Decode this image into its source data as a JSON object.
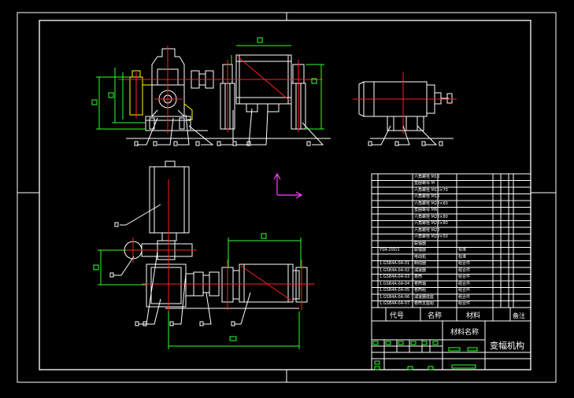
{
  "drawing": {
    "title_block": {
      "material_name": "材料名称",
      "drawing_title": "变幅机构",
      "col_code": "代号",
      "col_name": "名称",
      "col_material": "材料",
      "col_remark": "备注"
    },
    "bom_rows": [
      {
        "code": "",
        "name": "六角螺栓 M10",
        "qty": "",
        "note": ""
      },
      {
        "code": "",
        "name": "垫圈螺母 M",
        "qty": "",
        "note": ""
      },
      {
        "code": "",
        "name": "六角螺栓 M16×70",
        "qty": "",
        "note": ""
      },
      {
        "code": "",
        "name": "六角螺栓 M16",
        "qty": "",
        "note": ""
      },
      {
        "code": "",
        "name": "六角螺栓 M20×60",
        "qty": "",
        "note": ""
      },
      {
        "code": "",
        "name": "垫圈螺母 M8",
        "qty": "",
        "note": ""
      },
      {
        "code": "",
        "name": "六角螺栓 M20×80",
        "qty": "",
        "note": ""
      },
      {
        "code": "",
        "name": "六角螺栓 M20×80",
        "qty": "",
        "note": ""
      },
      {
        "code": "",
        "name": "六角螺栓 M20",
        "qty": "",
        "note": ""
      },
      {
        "code": "",
        "name": "六角螺栓 M20×50",
        "qty": "",
        "note": ""
      },
      {
        "code": "",
        "name": "联轴器",
        "qty": "",
        "note": ""
      },
      {
        "code": "YSR-200/1",
        "name": "联轴器",
        "qty": "",
        "note": "标准"
      },
      {
        "code": "",
        "name": "电动机",
        "qty": "",
        "note": "标准"
      },
      {
        "code": "1.GSB4A-0A-01",
        "name": "制动器",
        "qty": "",
        "note": "组合件"
      },
      {
        "code": "1.GSB4A-0A-02",
        "name": "减速器",
        "qty": "",
        "note": "组合件"
      },
      {
        "code": "1.GSB4A-0A-03",
        "name": "卷筒",
        "qty": "",
        "note": "组合件"
      },
      {
        "code": "1.GSB4A-0A-04",
        "name": "卷筒轴",
        "qty": "",
        "note": "组合件"
      },
      {
        "code": "1.GSB4A-0A-05",
        "name": "卷筒组",
        "qty": "",
        "note": "组合件"
      },
      {
        "code": "1.GSB4A-0A-06",
        "name": "减速器底座",
        "qty": "",
        "note": "组合件"
      },
      {
        "code": "1.GSB4A-0A-07",
        "name": "卷筒支座组",
        "qty": "",
        "note": "组合件"
      }
    ]
  },
  "colors": {
    "frame": "#ffffff",
    "outline": "#ffffff",
    "center": "#ff2020",
    "dim": "#30ff30",
    "yellow": "#ffff00",
    "ucs": "#ff40ff"
  }
}
